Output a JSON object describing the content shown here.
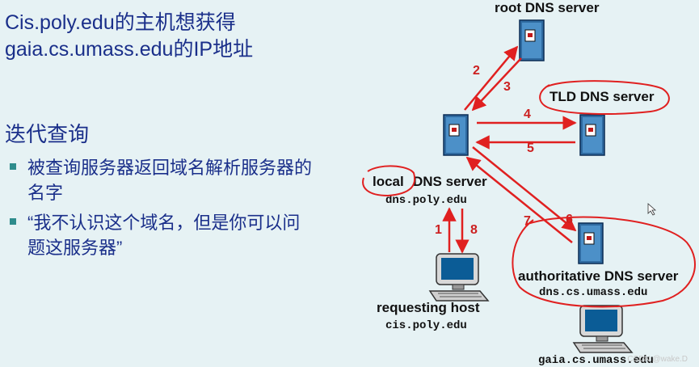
{
  "title": {
    "line1": "Cis.poly.edu的主机想获得",
    "line2": "gaia.cs.umass.edu的IP地址"
  },
  "subheading": "迭代查询",
  "bullets": [
    "被查询服务器返回域名解析服务器的名字",
    "“我不认识这个域名，但是你可以问题这服务器”"
  ],
  "diagram": {
    "root_server": {
      "label": "root DNS server"
    },
    "tld_server": {
      "label": "TLD DNS server"
    },
    "local_server": {
      "label_local": "local",
      "label_rest": "DNS server",
      "host": "dns.poly.edu"
    },
    "auth_server": {
      "label": "authoritative DNS server",
      "host": "dns.cs.umass.edu"
    },
    "requesting_host": {
      "label": "requesting host",
      "host": "cis.poly.edu"
    },
    "target_host": {
      "host": "gaia.cs.umass.edu"
    },
    "steps": [
      "1",
      "2",
      "3",
      "4",
      "5",
      "6",
      "7",
      "8"
    ]
  },
  "watermark": "CSDN @wake.D",
  "colors": {
    "arrow": "#e02020",
    "text_blue": "#1a2f8a",
    "bullet": "#2e8c8c",
    "background": "#e6f2f4"
  }
}
